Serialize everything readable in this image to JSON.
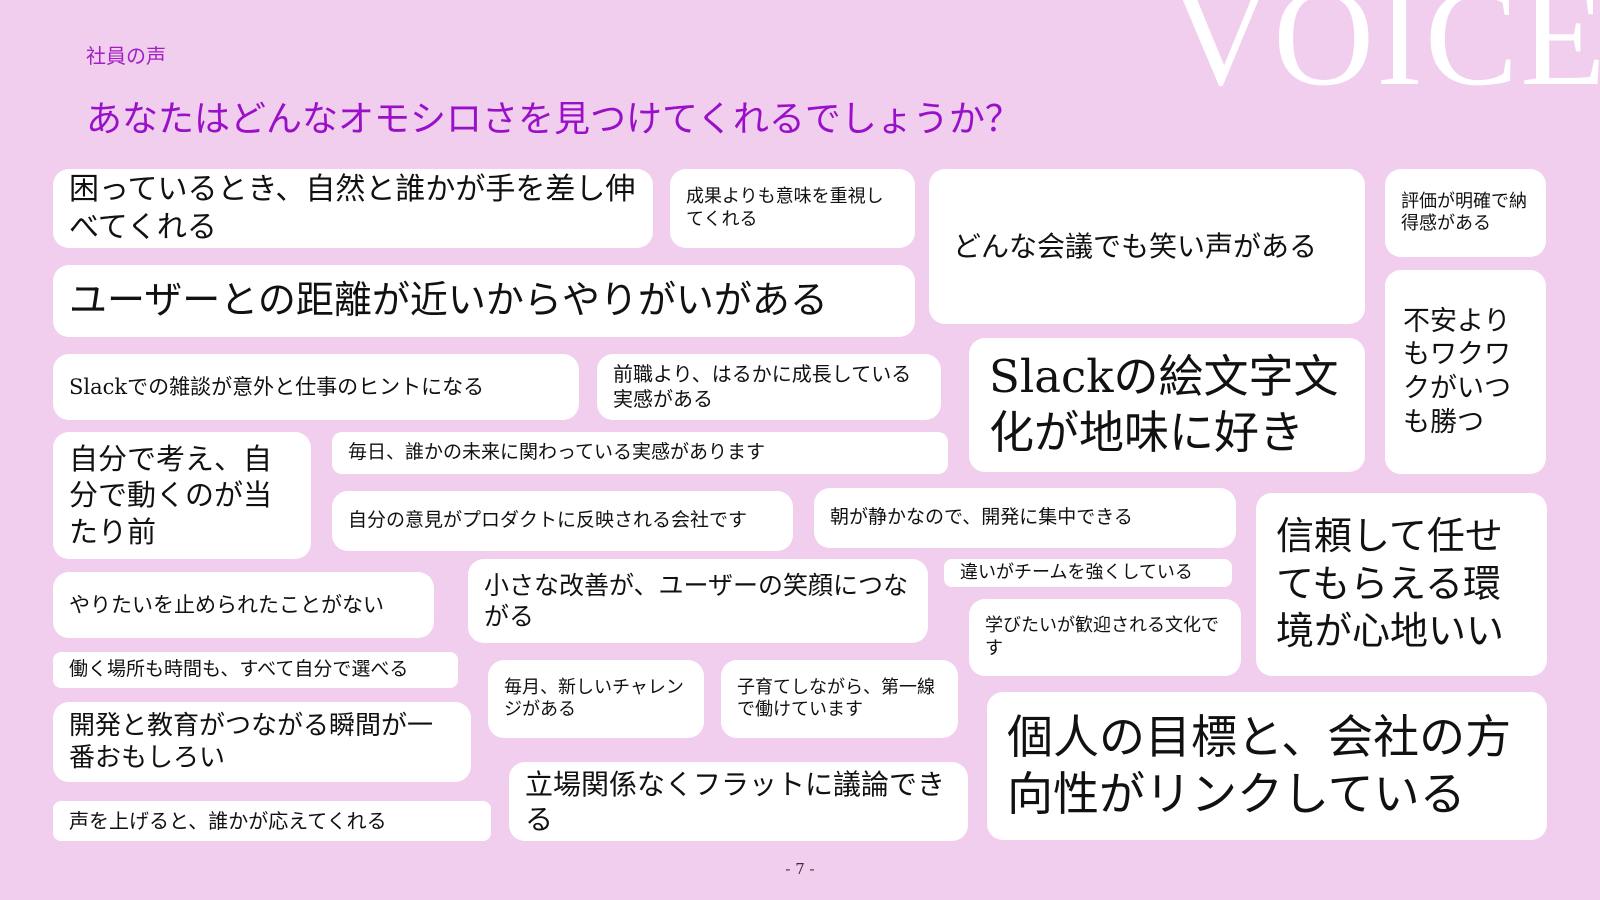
{
  "decor": {
    "watermark": "VOICE"
  },
  "header": {
    "subtitle": "社員の声",
    "title": "あなたはどんなオモシロさを見つけてくれるでしょうか？"
  },
  "colors": {
    "background": "#f1cdee",
    "accent": "#9a10c8",
    "card": "#ffffff"
  },
  "voices": [
    "困っているとき、自然と誰かが手を差し伸べてくれる",
    "成果よりも意味を重視してくれる",
    "どんな会議でも笑い声がある",
    "評価が明確で納得感がある",
    "ユーザーとの距離が近いからやりがいがある",
    "不安よりもワクワクがいつも勝つ",
    "Slackでの雑談が意外と仕事のヒントになる",
    "前職より、はるかに成長している実感がある",
    "Slackの絵文字文化が地味に好き",
    "自分で考え、自分で動くのが当たり前",
    "毎日、誰かの未来に関わっている実感があります",
    "自分の意見がプロダクトに反映される会社です",
    "朝が静かなので、開発に集中できる",
    "信頼して任せてもらえる環境が心地いい",
    "やりたいを止められたことがない",
    "小さな改善が、ユーザーの笑顔につながる",
    "違いがチームを強くしている",
    "学びたいが歓迎される文化です",
    "働く場所も時間も、すべて自分で選べる",
    "毎月、新しいチャレンジがある",
    "子育てしながら、第一線で働けています",
    "開発と教育がつながる瞬間が一番おもしろい",
    "個人の目標と、会社の方向性がリンクしている",
    "立場関係なくフラットに議論できる",
    "声を上げると、誰かが応えてくれる"
  ],
  "footer": {
    "page": "- 7 -"
  }
}
